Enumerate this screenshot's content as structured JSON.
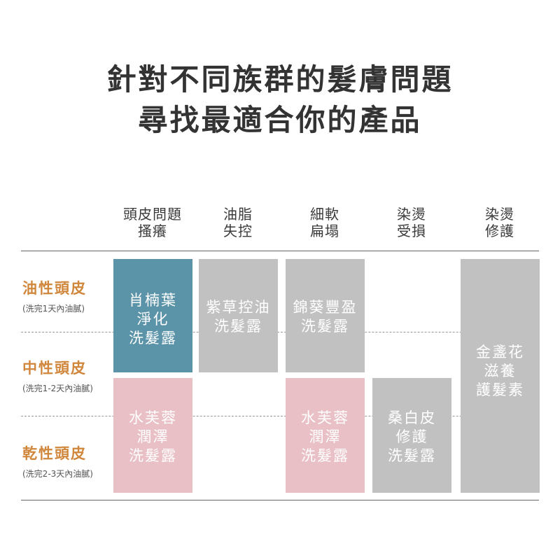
{
  "title": {
    "line1": "針對不同族群的髮膚問題",
    "line2": "尋找最適合你的產品"
  },
  "columns": [
    {
      "line1": "頭皮問題",
      "line2": "搔癢"
    },
    {
      "line1": "油脂",
      "line2": "失控"
    },
    {
      "line1": "細軟",
      "line2": "扁塌"
    },
    {
      "line1": "染燙",
      "line2": "受損"
    },
    {
      "line1": "染燙",
      "line2": "修護"
    }
  ],
  "rows": [
    {
      "name": "油性頭皮",
      "note": "(洗完1天內油膩)"
    },
    {
      "name": "中性頭皮",
      "note": "(洗完1-2天內油膩)"
    },
    {
      "name": "乾性頭皮",
      "note": "(洗完2-3天內油膩)"
    }
  ],
  "products": {
    "p1": {
      "line1": "肖楠葉",
      "line2": "淨化",
      "line3": "洗髮露"
    },
    "p2": {
      "line1": "紫草控油",
      "line2": "洗髮露"
    },
    "p3": {
      "line1": "錦葵豐盈",
      "line2": "洗髮露"
    },
    "p4": {
      "line1": "金盞花",
      "line2": "滋養",
      "line3": "護髮素"
    },
    "p5": {
      "line1": "水芙蓉",
      "line2": "潤澤",
      "line3": "洗髮露"
    },
    "p6": {
      "line1": "水芙蓉",
      "line2": "潤澤",
      "line3": "洗髮露"
    },
    "p7": {
      "line1": "桑白皮",
      "line2": "修護",
      "line3": "洗髮露"
    }
  },
  "colors": {
    "accent_orange": "#d0873c",
    "blue_block": "#5b93a8",
    "grey_block": "#c1c1c1",
    "pink_block": "#e8c0c6"
  }
}
